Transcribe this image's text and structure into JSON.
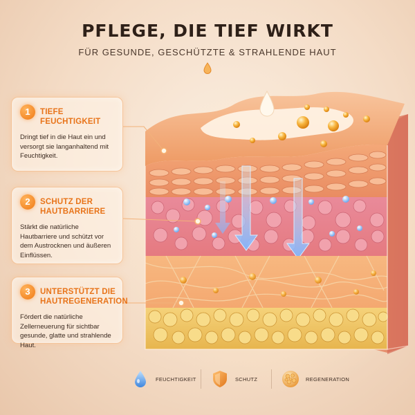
{
  "header": {
    "title": "PFLEGE, DIE TIEF WIRKT",
    "subtitle": "FÜR GESUNDE, GESCHÜTZTE & STRAHLENDE HAUT"
  },
  "cards": [
    {
      "number": "1",
      "title": "TIEFE FEUCHTIGKEIT",
      "text": "Dringt tief in die Haut ein und versorgt sie langanhaltend mit Feuchtigkeit."
    },
    {
      "number": "2",
      "title": "SCHUTZ DER HAUTBARRIERE",
      "text": "Stärkt die natürliche Hautbarriere und schützt vor dem Austrocknen und äußeren Einflüssen."
    },
    {
      "number": "3",
      "title": "UNTERSTÜTZT DIE HAUTREGENERATION",
      "text": "Fördert die natürliche Zellerneuerung für sichtbar gesunde, glatte und strahlende Haut."
    }
  ],
  "legend": [
    {
      "label": "FEUCHTIGKEIT",
      "icon": "water-drop-icon",
      "color": "#4a8fe0"
    },
    {
      "label": "SCHUTZ",
      "icon": "shield-icon",
      "color": "#ee8a2a"
    },
    {
      "label": "REGENERATION",
      "icon": "cell-icon",
      "color": "#f0a040"
    }
  ],
  "colors": {
    "accent": "#e8741a",
    "title": "#2e2018",
    "skin_top": "#f3a675",
    "fat_layer": "#f0c060",
    "moisture": "#6aa7f0"
  }
}
